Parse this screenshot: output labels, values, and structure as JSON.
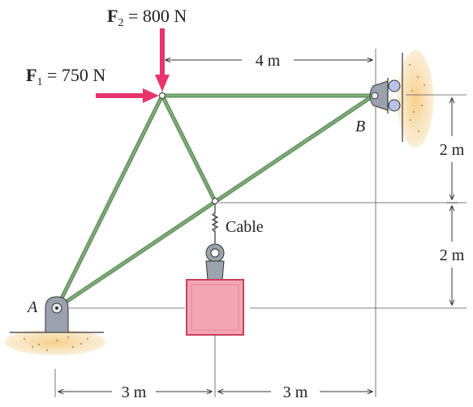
{
  "forces": {
    "f1": {
      "symbol": "F",
      "subscript": "1",
      "value": " = 750 N",
      "color": "#e8336b"
    },
    "f2": {
      "symbol": "F",
      "subscript": "2",
      "value": " = 800 N",
      "color": "#e8336b"
    }
  },
  "supports": {
    "a_label": "A",
    "b_label": "B"
  },
  "cable_label": "Cable",
  "dimensions": {
    "top_horizontal": "4 m",
    "right_upper": "2 m",
    "right_lower": "2 m",
    "bottom_left": "3 m",
    "bottom_right": "3 m"
  },
  "colors": {
    "member": "#5e8a5b",
    "ground": "#f0c27a",
    "weight_fill": "#f2a6b4",
    "weight_border": "#c94060"
  }
}
